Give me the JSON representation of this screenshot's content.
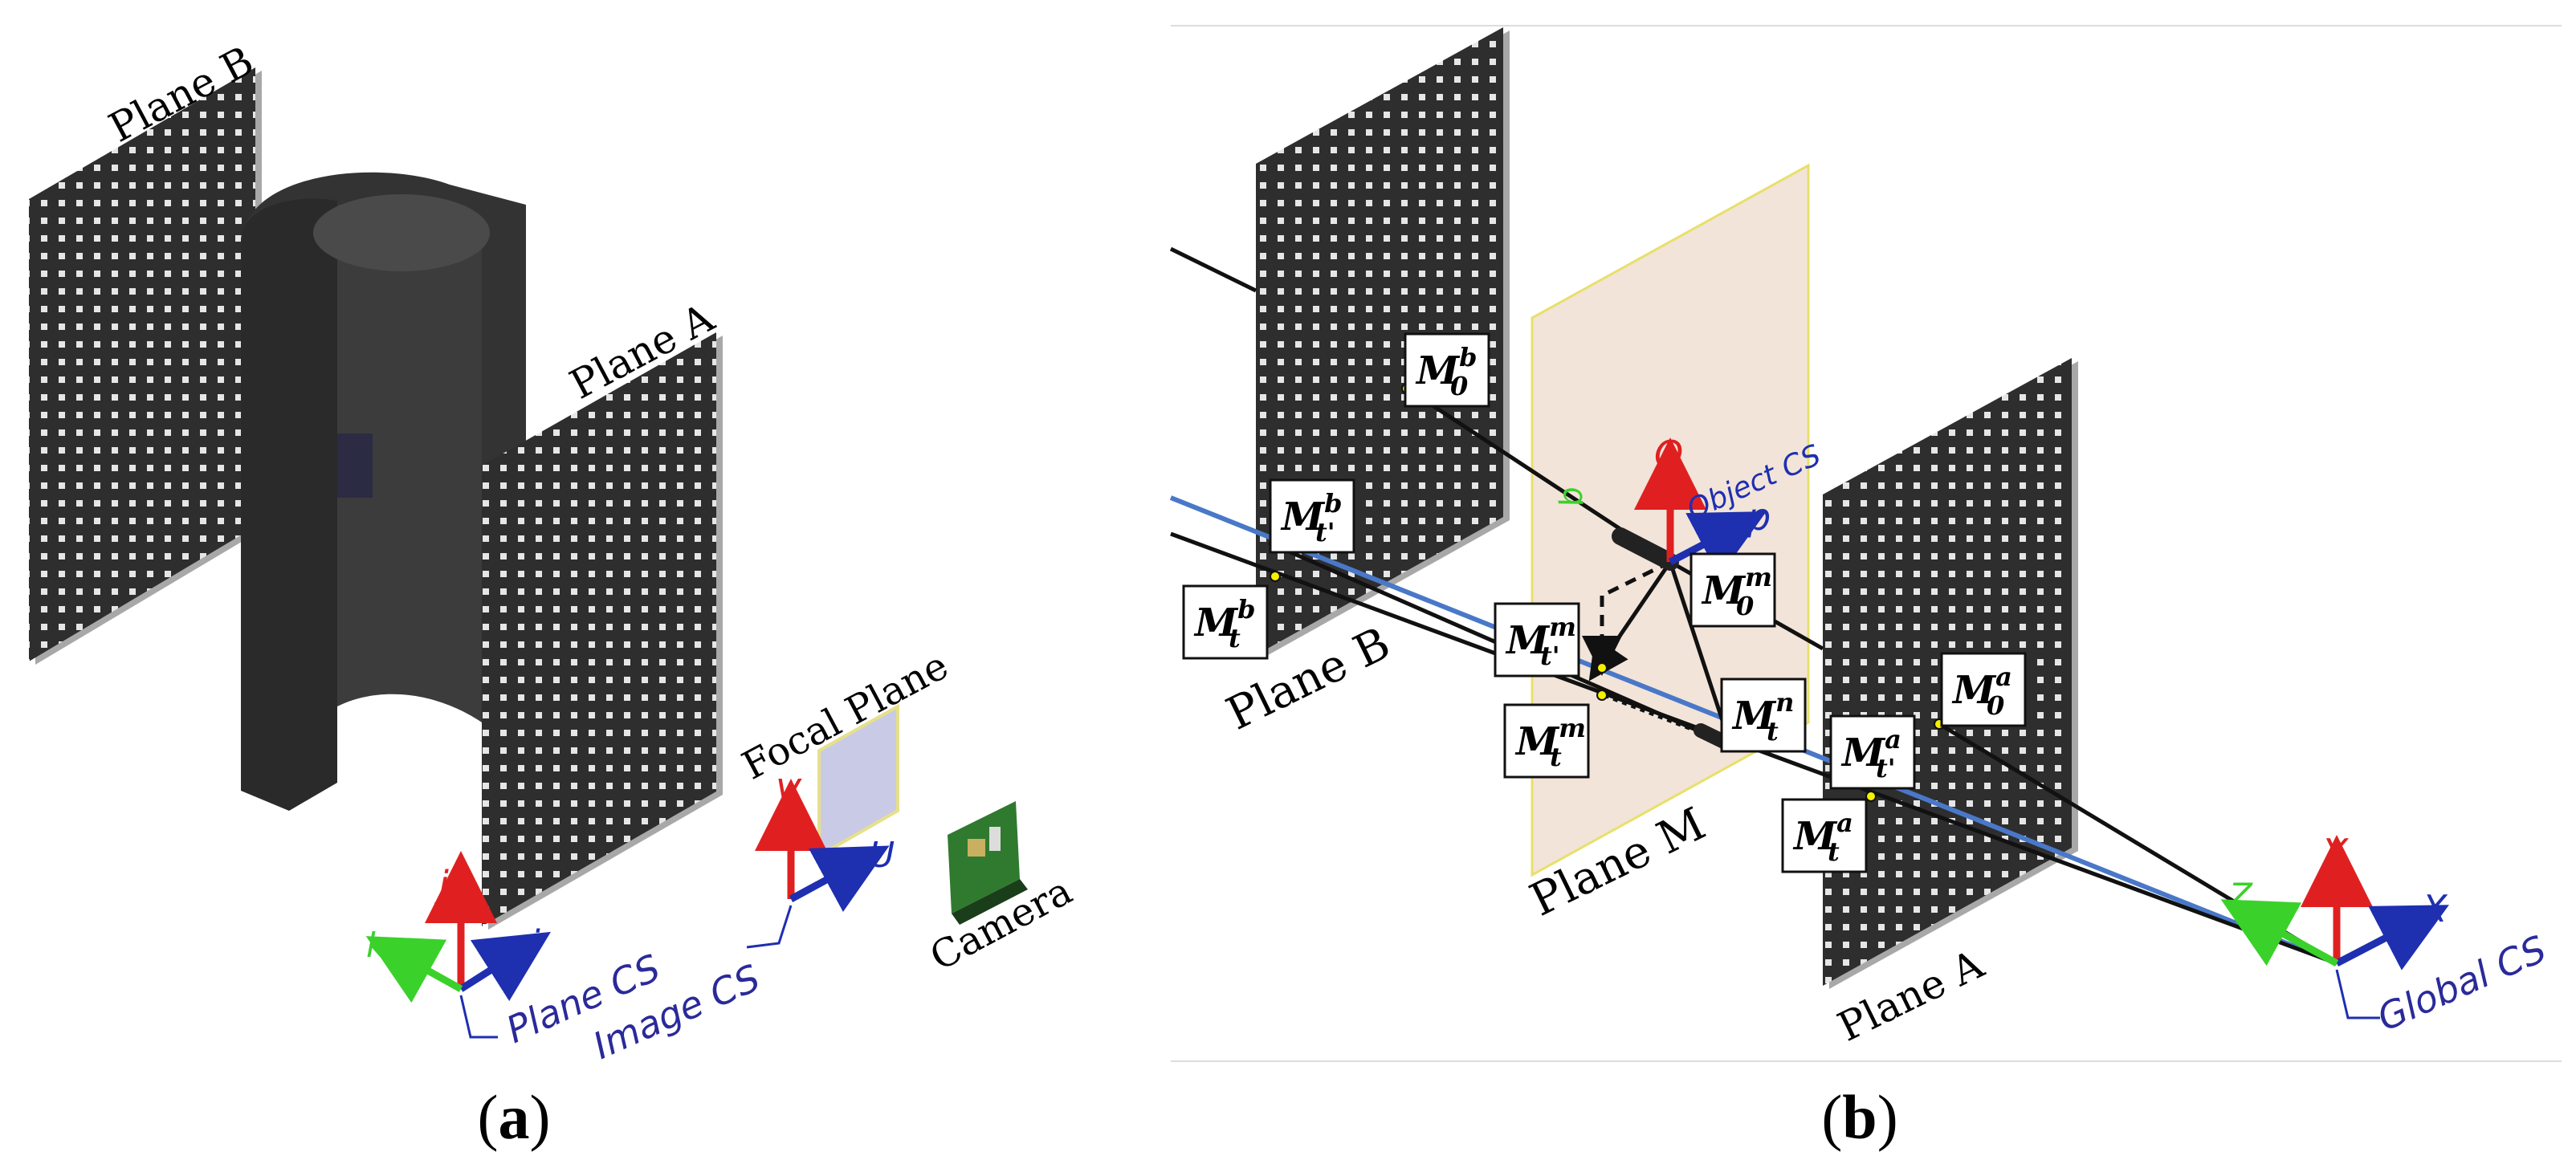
{
  "panel_a": {
    "caption": {
      "open": "(",
      "letter": "a",
      "close": ")"
    },
    "plane_b_label": "Plane B",
    "plane_a_label": "Plane A",
    "focal_plane_label": "Focal Plane",
    "camera_label": "Camera",
    "plane_cs": {
      "label": "Plane CS",
      "axis_vertical": "j",
      "axis_right": "i",
      "axis_left": "k"
    },
    "image_cs": {
      "label": "Image CS",
      "axis_vertical": "V",
      "axis_right": "U"
    }
  },
  "panel_b": {
    "caption": {
      "open": "(",
      "letter": "b",
      "close": ")"
    },
    "plane_b_label": "Plane B",
    "plane_m_label": "Plane M",
    "plane_a_label": "Plane A",
    "object_cs": {
      "label": "Object CS",
      "axis_vertical": "O",
      "axis_right": "p",
      "axis_left": "q"
    },
    "global_cs": {
      "label": "Global CS",
      "axis_vertical": "Y",
      "axis_right": "X",
      "axis_left": "Z"
    },
    "markers": [
      {
        "id": "M0b",
        "base": "M",
        "sup": "b",
        "sub": "0"
      },
      {
        "id": "Mtpb",
        "base": "M",
        "sup": "b",
        "sub": "t'"
      },
      {
        "id": "Mtb",
        "base": "M",
        "sup": "b",
        "sub": "t"
      },
      {
        "id": "M0m",
        "base": "M",
        "sup": "m",
        "sub": "0"
      },
      {
        "id": "Mtpm",
        "base": "M",
        "sup": "m",
        "sub": "t'"
      },
      {
        "id": "Mtm",
        "base": "M",
        "sup": "m",
        "sub": "t"
      },
      {
        "id": "Mtn",
        "base": "M",
        "sup": "n",
        "sub": "t"
      },
      {
        "id": "M0a",
        "base": "M",
        "sup": "a",
        "sub": "0"
      },
      {
        "id": "Mtpa",
        "base": "M",
        "sup": "a",
        "sub": "t'"
      },
      {
        "id": "Mta",
        "base": "M",
        "sup": "a",
        "sub": "t"
      }
    ]
  },
  "colors": {
    "board": "#2e2e2e",
    "board_edge": "#9a9a9a",
    "hole": "#e8e8e8",
    "cylinder": "#3a3a3a",
    "plane_m_fill": "#f1e2d6",
    "plane_m_edge": "#e8e06a",
    "focal_fill": "#c9cbe6",
    "focal_edge": "#e6e08a",
    "axis_red": "#e02020",
    "axis_blue": "#1e2fb0",
    "axis_green": "#3bd12b",
    "cs_label": "#2a2a9a",
    "ray_blue": "#4a78c8",
    "marker_yellow": "#f4f000"
  }
}
